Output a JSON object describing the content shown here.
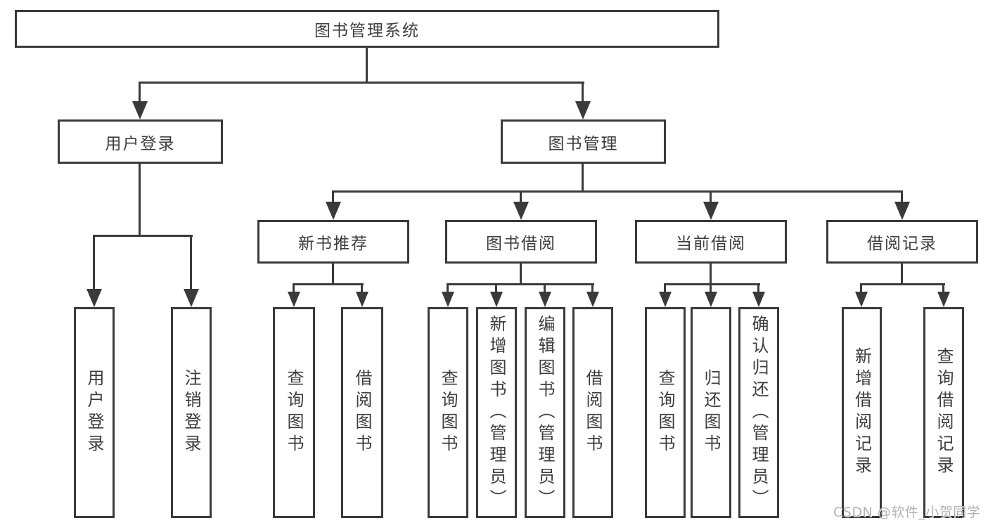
{
  "diagram": {
    "root": {
      "label": "图书管理系统"
    },
    "branches": [
      {
        "label": "用户登录",
        "children": [
          {
            "label": "用户登录"
          },
          {
            "label": "注销登录"
          }
        ]
      },
      {
        "label": "图书管理",
        "children": [
          {
            "label": "新书推荐",
            "children": [
              {
                "label": "查询图书"
              },
              {
                "label": "借阅图书"
              }
            ]
          },
          {
            "label": "图书借阅",
            "children": [
              {
                "label": "查询图书"
              },
              {
                "label": "新增图书（管理员）"
              },
              {
                "label": "编辑图书（管理员）"
              },
              {
                "label": "借阅图书"
              }
            ]
          },
          {
            "label": "当前借阅",
            "children": [
              {
                "label": "查询图书"
              },
              {
                "label": "归还图书"
              },
              {
                "label": "确认归还（管理员）"
              }
            ]
          },
          {
            "label": "借阅记录",
            "children": [
              {
                "label": "新增借阅记录"
              },
              {
                "label": "查询借阅记录"
              }
            ]
          }
        ]
      }
    ]
  },
  "watermark": {
    "text": "CSDN @软件_小贺同学"
  },
  "colors": {
    "line": "#3a3a3a",
    "text": "#3d3d3d",
    "watermark": "#b3b3b3",
    "background": "#ffffff"
  }
}
